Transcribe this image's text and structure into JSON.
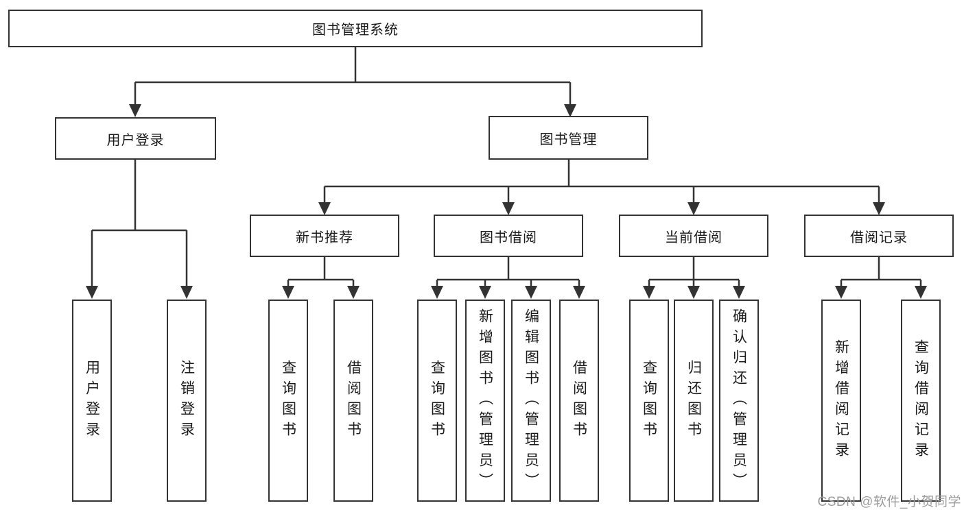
{
  "nodes": {
    "root": "图书管理系统",
    "user_login": "用户登录",
    "book_mgmt": "图书管理",
    "new_book_rec": "新书推荐",
    "book_borrow": "图书借阅",
    "current_borrow": "当前借阅",
    "borrow_records": "借阅记录",
    "leaf_user_login": "用户登录",
    "leaf_logout": "注销登录",
    "rec_query_books": "查询图书",
    "rec_borrow_books": "借阅图书",
    "bb_query_books": "查询图书",
    "bb_add_books": "新增图书（管理员）",
    "bb_edit_books": "编辑图书（管理员）",
    "bb_borrow_books": "借阅图书",
    "cb_query_books": "查询图书",
    "cb_return_books": "归还图书",
    "cb_confirm_return": "确认归还（管理员）",
    "br_add_record": "新增借阅记录",
    "br_query_record": "查询借阅记录"
  },
  "watermark": "CSDN @软件_小贺同学",
  "colors": {
    "line": "#333333",
    "text": "#1a1a1a",
    "bg": "#ffffff",
    "watermark": "#9b9b9b"
  }
}
